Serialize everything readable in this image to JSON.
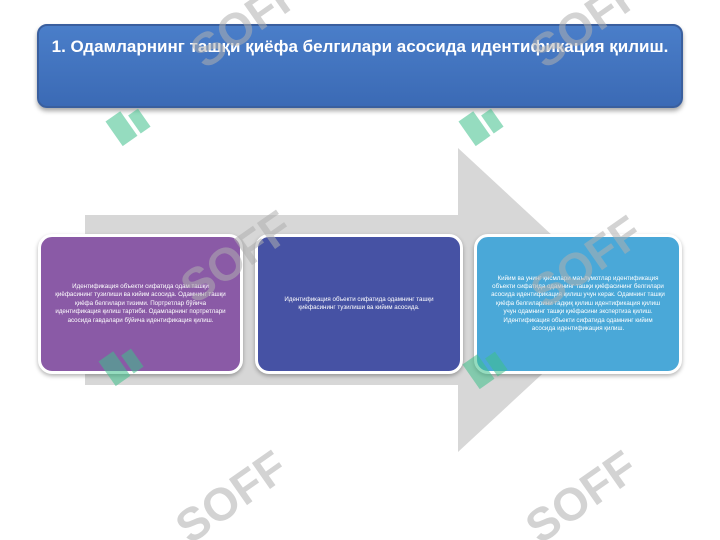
{
  "title": "1. Одамларнинг ташқи қиёфа белгилари асосида идентификация қилиш.",
  "boxes": [
    {
      "text": "Идентификация объекти сифатида одам ташқи қиёфасининг тузилиши ва кийим асосида. Одамнинг ташқи қиёфа белгилари тизими. Портретлар бўйича идентификация қилиш тартиби. Одамларнинг портретлари асосида гавдалари бўйича идентификация қилиш."
    },
    {
      "text": "Идентификация объекти сифатида одамнинг ташқи қиёфасининг тузилиши ва кийим асосида."
    },
    {
      "text": "Кийим ва унинг қисмлари маълумотлар идентификация объекти сифатида одамнинг ташқи қиёфасининг белгилари асосида идентификация қилиш учун керак. Одамнинг ташқи қиёфа белгиларини тадқиқ қилиш идентификация қилиш учун одамнинг ташқи қиёфасини экспертиза қилиш. Идентификация объекти сифатида одамнинг кийим асосида идентификация қилиш."
    }
  ],
  "watermark": "SOFF",
  "colors": {
    "title": "#3b6ab5",
    "box1": "#8a5aa6",
    "box2": "#4652a4",
    "box3": "#4aa8d8",
    "arrow": "#d7d7d7"
  }
}
